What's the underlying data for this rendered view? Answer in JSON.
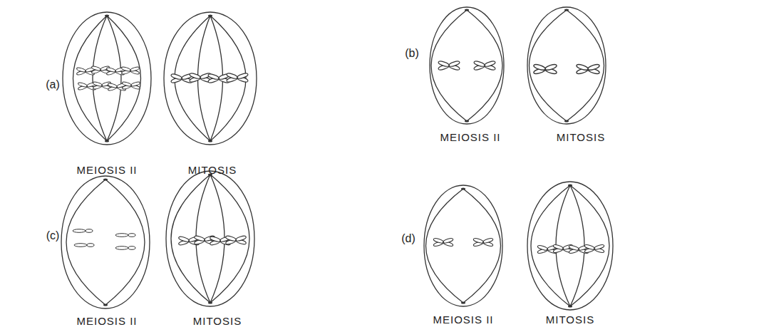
{
  "diagram": {
    "labels": [
      "(a)",
      "MEIOSIS II",
      "MITOSIS",
      "(b)",
      "MEIOSIS II",
      "MITOSIS",
      "(c)",
      "MEIOSIS II",
      "MITOSIS",
      "(d)",
      "MEIOSIS II",
      "MITOSIS"
    ]
  }
}
